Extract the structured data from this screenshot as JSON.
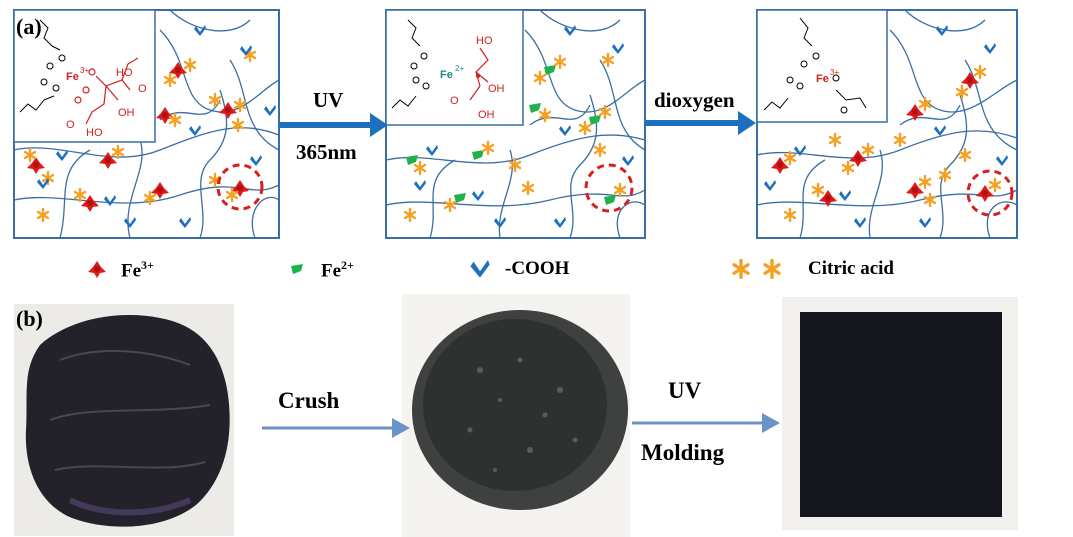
{
  "panel_a": {
    "label": "(a)",
    "arrow1_top": "UV",
    "arrow1_bottom": "365nm",
    "arrow2_top": "dioxygen",
    "inset1_ion": "Fe",
    "inset1_charge": "3+",
    "inset2_ion": "Fe",
    "inset2_charge": "2+",
    "inset3_ion": "Fe",
    "inset3_charge": "3+",
    "ho": "HO",
    "oh": "OH",
    "o": "O",
    "colors": {
      "network": "#3a6fa3",
      "fe3": "#e01818",
      "fe2": "#22b04b",
      "cooh": "#1f6fbf",
      "citric": "#f4a020",
      "arrow": "#1f6fbf",
      "circle": "#d62020",
      "chem_red": "#d11f1f",
      "chem_teal": "#1a8a8a"
    }
  },
  "legend": {
    "fe3_base": "Fe",
    "fe3_sup": "3+",
    "fe2_base": "Fe",
    "fe2_sup": "2+",
    "cooh": "-COOH",
    "citric": "Citric acid"
  },
  "panel_b": {
    "label": "(b)",
    "arrow1": "Crush",
    "arrow2_top": "UV",
    "arrow2_bottom": "Molding",
    "colors": {
      "arrow": "#6b93c8",
      "film": "#1d1d24",
      "sheet": "#15161e"
    }
  }
}
